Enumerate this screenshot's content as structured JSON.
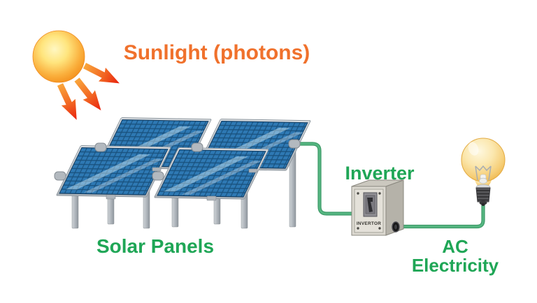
{
  "labels": {
    "sunlight": "Sunlight (photons)",
    "solar_panels": "Solar Panels",
    "inverter": "Inverter",
    "inverter_device": "INVERTOR",
    "ac_electricity_line1": "AC",
    "ac_electricity_line2": "Electricity"
  },
  "colors": {
    "label_orange": "#F0712C",
    "label_green": "#1FA656",
    "wire_green": "#55B681",
    "wire_green_dark": "#3E9A68",
    "panel_cell_blue": "#2E79B4",
    "panel_grid_blue": "#1A5380",
    "panel_frame_silver": "#C9CED4",
    "sun_yellow": "#FFE57E",
    "sun_orange": "#F3901D",
    "arrow_orange": "#F9A63C",
    "arrow_red": "#E8200D",
    "bulb_yellow": "#F6CE77",
    "bulb_base_gray": "#57575A",
    "inverter_body_gray": "#DCD9D1",
    "leg_gray": "#B4BAC0"
  }
}
